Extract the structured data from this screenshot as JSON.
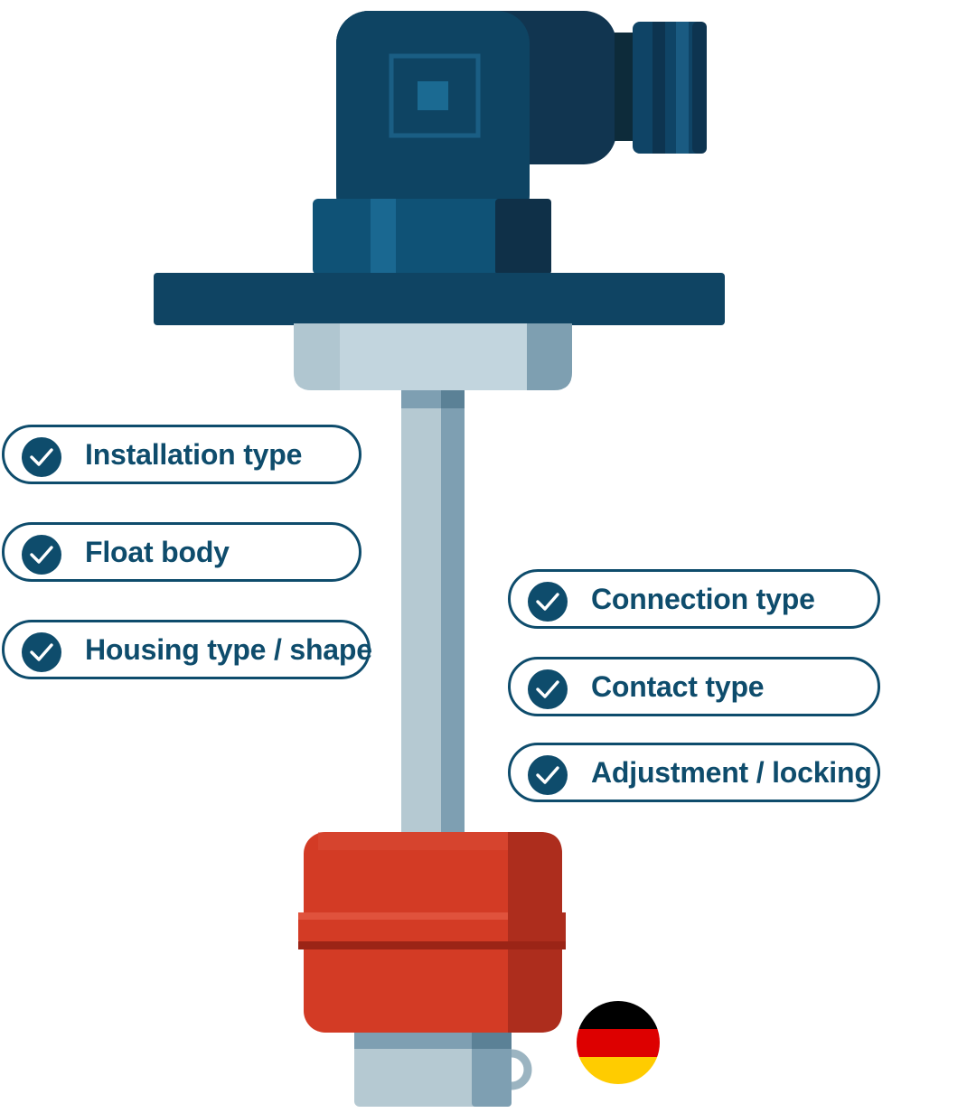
{
  "features_left": [
    {
      "label": "Installation type",
      "icon": "check-circle-icon"
    },
    {
      "label": "Float body",
      "icon": "check-circle-icon"
    },
    {
      "label": "Housing type / shape",
      "icon": "check-circle-icon"
    }
  ],
  "features_right": [
    {
      "label": "Connection type",
      "icon": "check-circle-icon"
    },
    {
      "label": "Contact type",
      "icon": "check-circle-icon"
    },
    {
      "label": "Adjustment / locking",
      "icon": "check-circle-icon"
    }
  ],
  "colors": {
    "primary": "#0e4c6c",
    "float": "#d33b25",
    "stem": "#b5c9d2"
  },
  "flag": {
    "icon": "germany-flag-icon"
  }
}
